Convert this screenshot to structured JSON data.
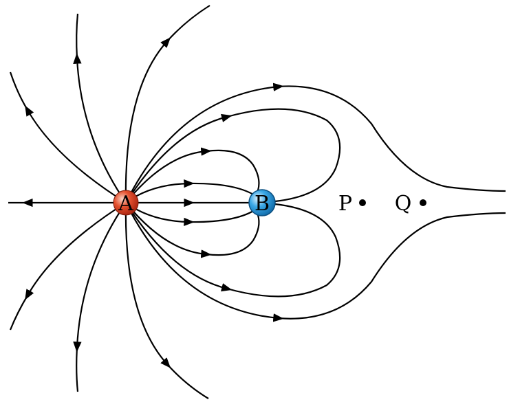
{
  "charges": [
    {
      "label": "A",
      "color": "#d9432a",
      "sign": "positive"
    },
    {
      "label": "B",
      "color": "#2e9fe0",
      "sign": "negative"
    }
  ],
  "points": [
    {
      "label": "P"
    },
    {
      "label": "Q"
    }
  ]
}
